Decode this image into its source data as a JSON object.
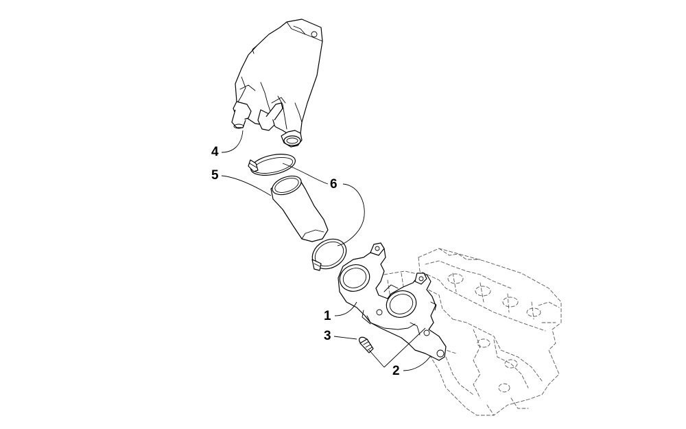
{
  "callouts": [
    {
      "id": "4",
      "label": "4"
    },
    {
      "id": "5",
      "label": "5"
    },
    {
      "id": "6",
      "label": "6"
    },
    {
      "id": "1",
      "label": "1"
    },
    {
      "id": "3",
      "label": "3"
    },
    {
      "id": "2",
      "label": "2"
    }
  ]
}
